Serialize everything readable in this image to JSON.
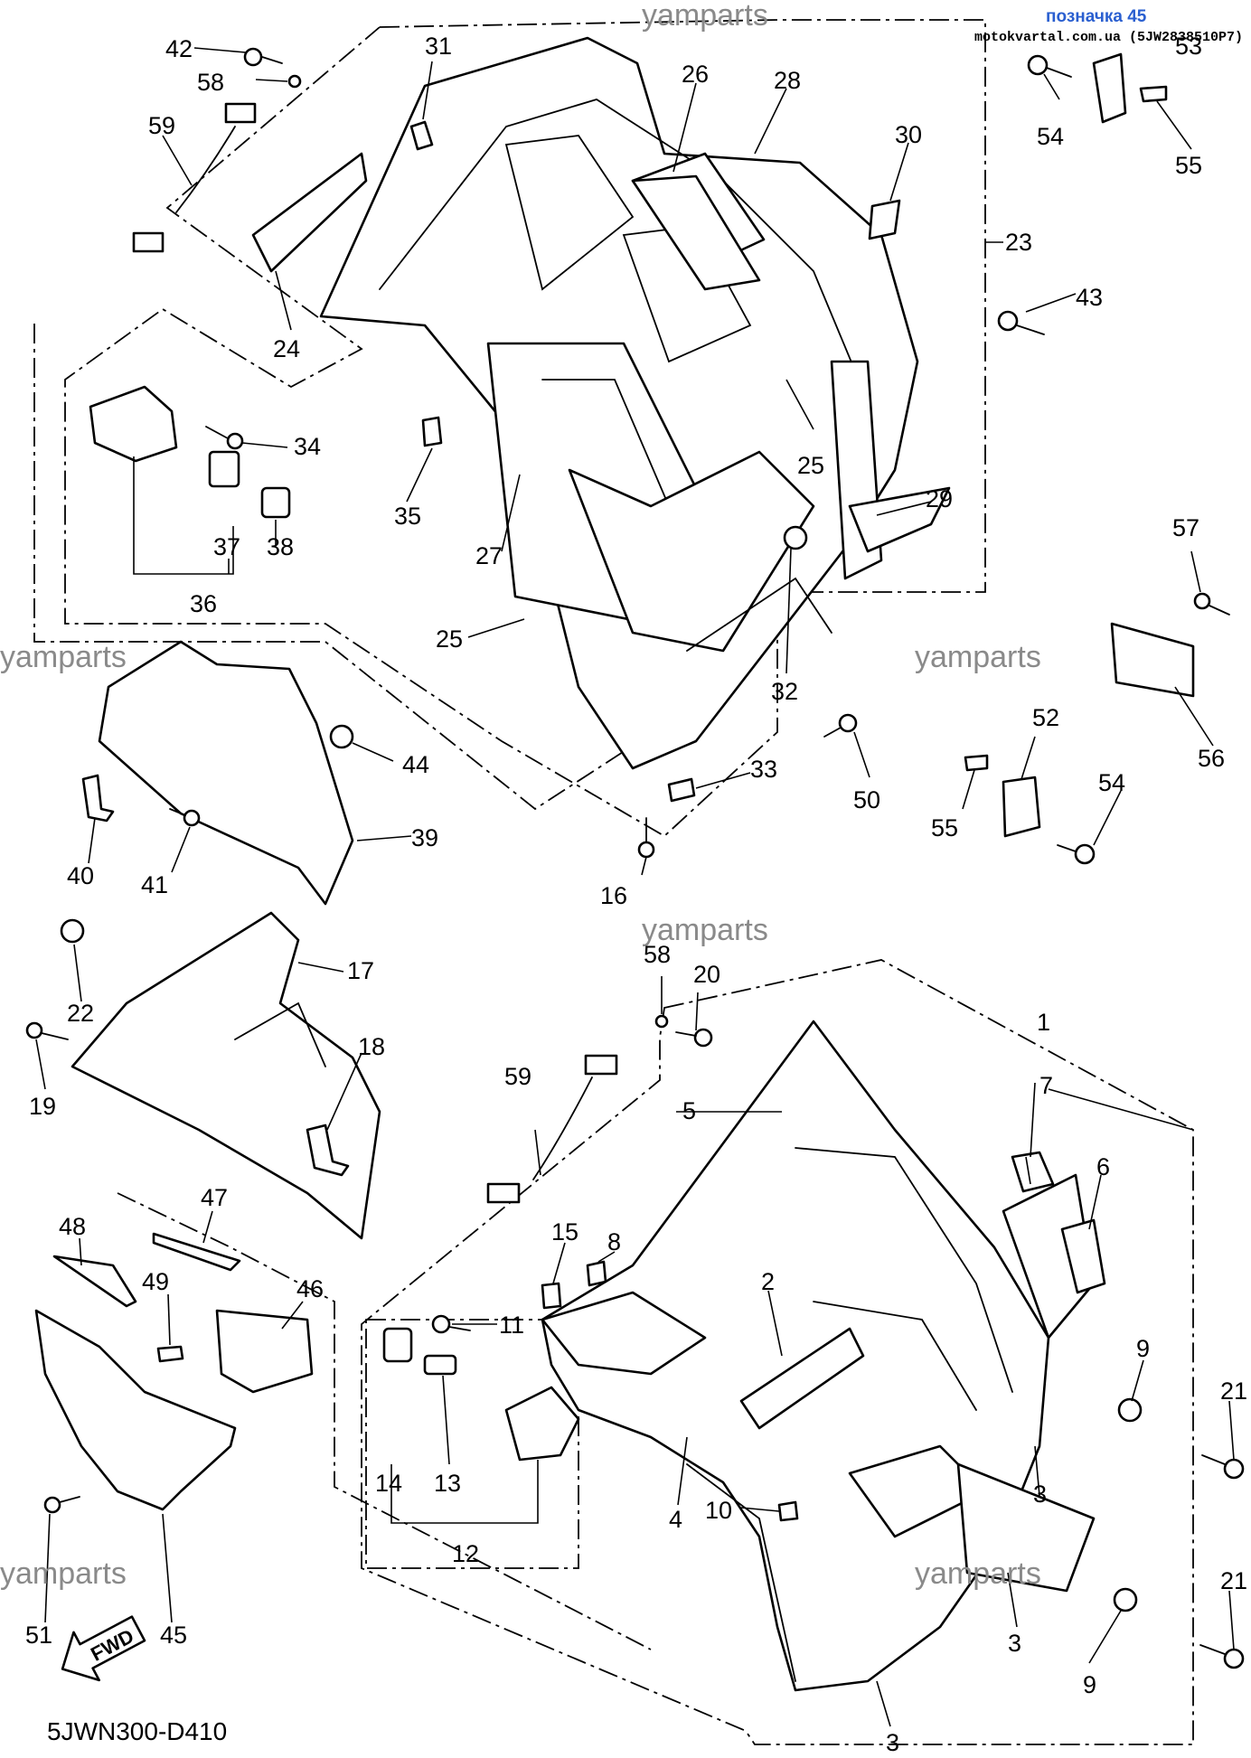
{
  "header": {
    "badge": "позначка 45",
    "site": "motokvartal.com.ua (5JW2838510P7)"
  },
  "watermarks": [
    "yamparts",
    "yamparts",
    "yamparts",
    "yamparts",
    "yamparts",
    "yamparts"
  ],
  "diagram_code": "5JWN300-D410",
  "fwd_label": "FWD",
  "callouts": {
    "c1": "1",
    "c2": "2",
    "c3a": "3",
    "c3b": "3",
    "c3c": "3",
    "c4": "4",
    "c5": "5",
    "c6": "6",
    "c7": "7",
    "c8": "8",
    "c9a": "9",
    "c9b": "9",
    "c10": "10",
    "c11": "11",
    "c12": "12",
    "c13": "13",
    "c14": "14",
    "c15": "15",
    "c16": "16",
    "c17": "17",
    "c18": "18",
    "c19": "19",
    "c20": "20",
    "c21a": "21",
    "c21b": "21",
    "c22": "22",
    "c23": "23",
    "c24": "24",
    "c25a": "25",
    "c25b": "25",
    "c26": "26",
    "c27": "27",
    "c28": "28",
    "c29": "29",
    "c30": "30",
    "c31": "31",
    "c32": "32",
    "c33": "33",
    "c34": "34",
    "c35": "35",
    "c36": "36",
    "c37": "37",
    "c38": "38",
    "c39": "39",
    "c40": "40",
    "c41": "41",
    "c42": "42",
    "c43": "43",
    "c44": "44",
    "c45": "45",
    "c46": "46",
    "c47": "47",
    "c48": "48",
    "c49": "49",
    "c50": "50",
    "c51": "51",
    "c52": "52",
    "c53": "53",
    "c54a": "54",
    "c54b": "54",
    "c55a": "55",
    "c55b": "55",
    "c56": "56",
    "c57": "57",
    "c58a": "58",
    "c58b": "58",
    "c59a": "59",
    "c59b": "59"
  }
}
